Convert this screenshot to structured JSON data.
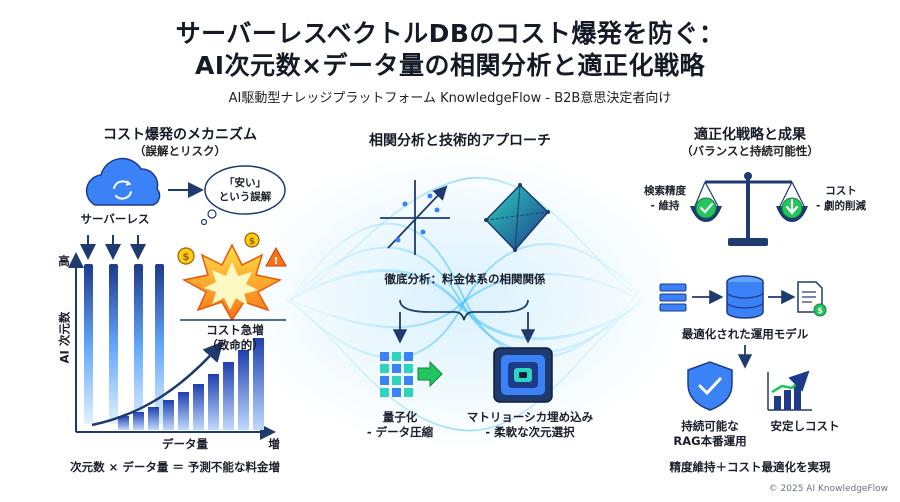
{
  "header": {
    "title_line1": "サーバーレスベクトルDBのコスト爆発を防ぐ：",
    "title_line2": "AI次元数×データ量の相関分析と適正化戦略",
    "subtitle": "AI駆動型ナレッジプラットフォーム KnowledgeFlow - B2B意思決定者向け"
  },
  "left": {
    "heading": "コスト爆発のメカニズム",
    "subheading": "（誤解とリスク）",
    "serverless_label": "サーバーレス",
    "bubble_line1": "「安い」",
    "bubble_line2": "という誤解",
    "axis_high": "高",
    "axis_dimensions": "AI 次元数",
    "axis_data": "データ量",
    "axis_increase": "増",
    "cost_line1": "コスト急増",
    "cost_line2": "（致命的）",
    "formula": "次元数 × データ量 ＝ 予測不能な料金増"
  },
  "middle": {
    "heading": "相関分析と技術的アプローチ",
    "analysis_label": "徹底分析：料金体系の相関関係",
    "quant_line1": "量子化",
    "quant_line2": "- データ圧縮",
    "matryoshka_line1": "マトリョーシカ埋め込み",
    "matryoshka_line2": "- 柔軟な次元選択"
  },
  "right": {
    "heading": "適正化戦略と成果",
    "subheading": "（バランスと持続可能性）",
    "accuracy_line1": "検索精度",
    "accuracy_line2": "- 維持",
    "cost_line1": "コスト",
    "cost_line2": "- 劇的削減",
    "model_label": "最適化された運用モデル",
    "sustain_line1": "持続可能な",
    "sustain_line2": "RAG本番運用",
    "stable_label": "安定しコスト",
    "result": "精度維持＋コスト最適化を実現"
  },
  "footer": {
    "copyright": "© 2025 AI KnowledgeFlow"
  },
  "colors": {
    "navy": "#1e3a6e",
    "blue": "#3b82f6",
    "teal": "#2dd4bf",
    "orange": "#f97316",
    "green": "#22c55e",
    "yellow": "#facc15"
  }
}
